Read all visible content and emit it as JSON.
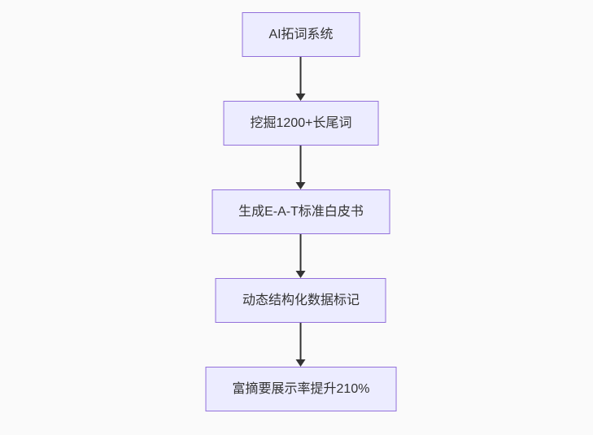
{
  "diagram": {
    "type": "flowchart-top-down",
    "colors": {
      "background": "#fafafa",
      "node_fill": "#ececff",
      "node_border": "#9370db",
      "text": "#333333",
      "arrow": "#333333"
    },
    "nodes": [
      {
        "id": "A",
        "label": "AI拓词系统"
      },
      {
        "id": "B",
        "label": "挖掘1200+长尾词"
      },
      {
        "id": "C",
        "label": "生成E-A-T标准白皮书"
      },
      {
        "id": "D",
        "label": "动态结构化数据标记"
      },
      {
        "id": "E",
        "label": "富摘要展示率提升210%"
      }
    ],
    "edges": [
      {
        "from": "A",
        "to": "B",
        "arrow_icon": "arrow-down-icon"
      },
      {
        "from": "B",
        "to": "C",
        "arrow_icon": "arrow-down-icon"
      },
      {
        "from": "C",
        "to": "D",
        "arrow_icon": "arrow-down-icon"
      },
      {
        "from": "D",
        "to": "E",
        "arrow_icon": "arrow-down-icon"
      }
    ]
  }
}
